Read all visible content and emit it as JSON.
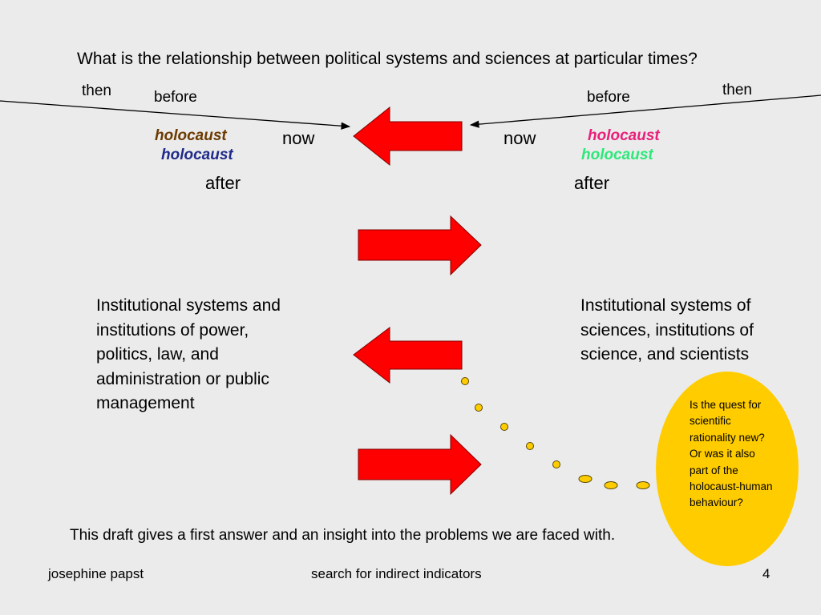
{
  "question": "What is the relationship between political systems and sciences at particular times?",
  "left": {
    "then": "then",
    "before": "before",
    "holocaust_1": "holocaust",
    "holocaust_2": "holocaust",
    "now": "now",
    "after": "after",
    "holocaust_1_color": "#6b3a00",
    "holocaust_2_color": "#1f2a8a"
  },
  "right": {
    "then": "then",
    "before": "before",
    "holocaust_1": "holocaust",
    "holocaust_2": "holocaust",
    "now": "now",
    "after": "after",
    "holocaust_1_color": "#e8207a",
    "holocaust_2_color": "#2ee87a"
  },
  "blocks": {
    "political": "Institutional systems and institutions of power, politics, law, and administration or public management",
    "science": "Institutional systems of sciences, institutions of science, and scientists"
  },
  "bubble_text": "Is the quest for scientific rationality new? Or was it also part of the holocaust-human behaviour?",
  "conclusion": "This draft gives a first answer and an insight into the problems we are faced with.",
  "footer": {
    "author": "josephine papst",
    "topic": "search for indirect indicators",
    "page": "4"
  },
  "colors": {
    "background": "#ebebeb",
    "arrow": "#ff0000",
    "bubble": "#ffcc00"
  }
}
